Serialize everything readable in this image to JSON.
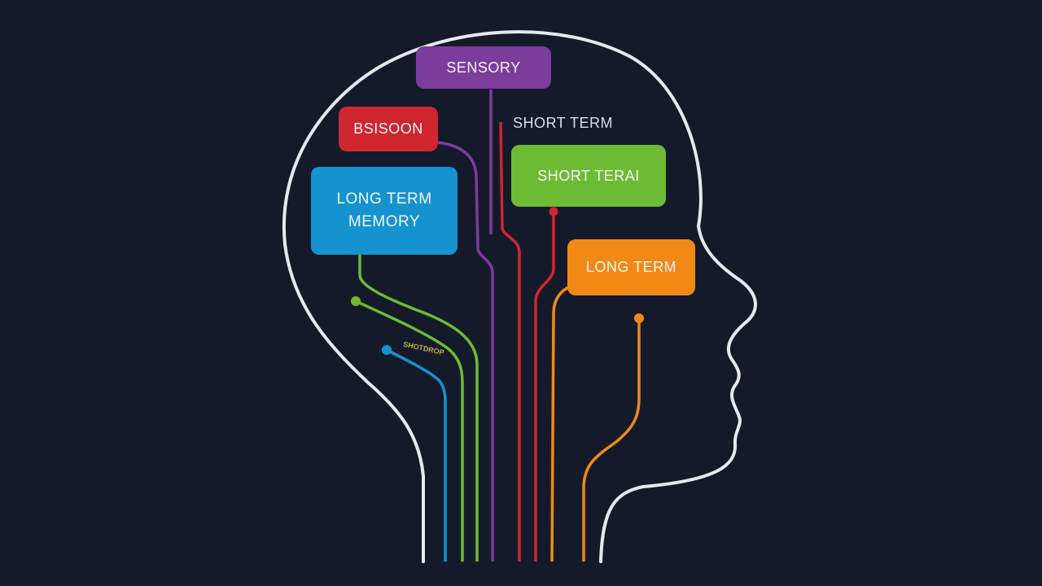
{
  "labels": {
    "sensory": "SENSORY",
    "sensory_color": "#7b3c9b",
    "sensory_red": "BSISOON",
    "sensory_red_color": "#d0262f",
    "long_term_memory": "LONG TERM\nMEMORY",
    "long_term_memory_color": "#1593cf",
    "short_term_box": "SHORT TERAI",
    "short_term_box_color": "#6dbb34",
    "short_term_text": "SHORT TERM",
    "long_term": "LONG TERM",
    "long_term_color": "#f08a15",
    "tiny_text": "SHOTDROP"
  },
  "colors": {
    "background": "#151a2b",
    "head_outline": "#e7e9ef",
    "purple": "#7b3c9b",
    "red": "#d0262f",
    "blue": "#1593cf",
    "green": "#6dbb34",
    "orange": "#f08a15"
  }
}
